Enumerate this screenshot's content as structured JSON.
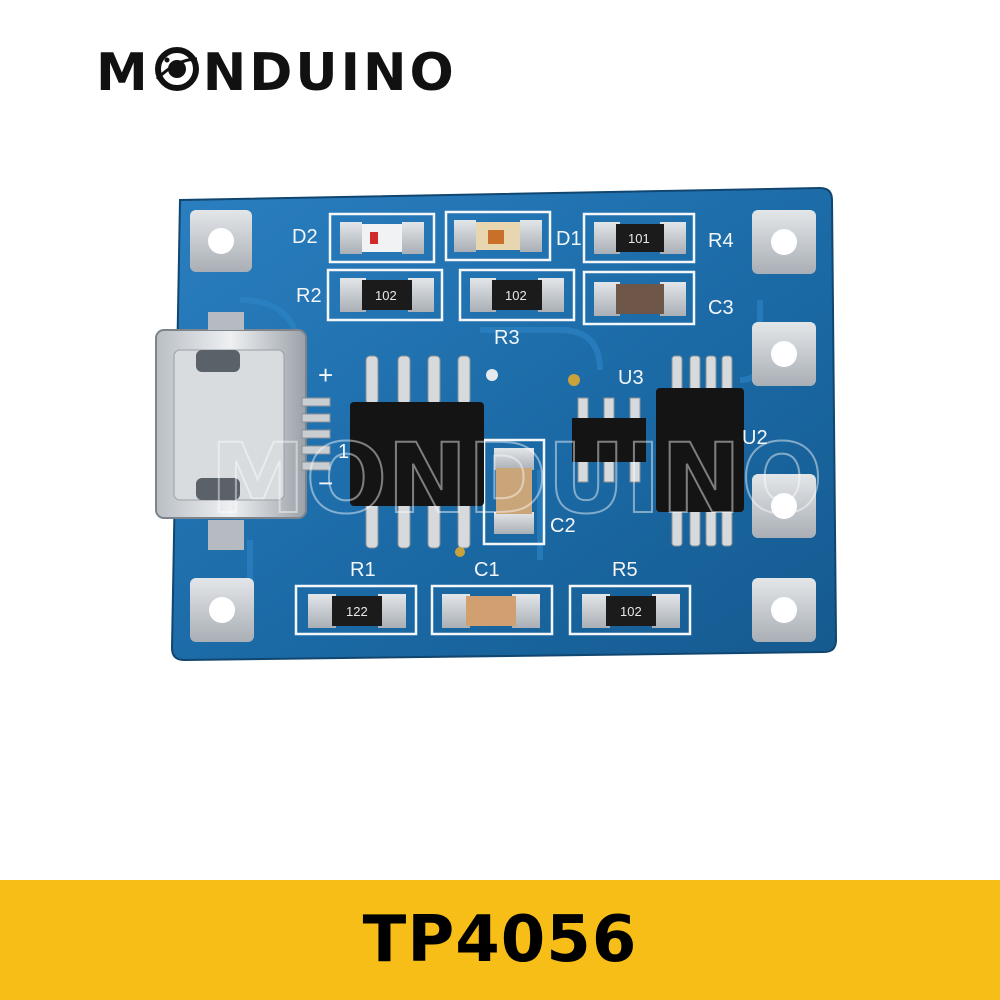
{
  "brand": {
    "pre": "M",
    "post": "NDUINO",
    "logo_icon": "planet-o-icon"
  },
  "product": {
    "name": "TP4056"
  },
  "board": {
    "silkscreen": {
      "d2": "D2",
      "d1": "D1",
      "r4": "R4",
      "r2": "R2",
      "r3": "R3",
      "c3": "C3",
      "u3": "U3",
      "u2": "U2",
      "c2": "C2",
      "r1": "R1",
      "c1": "C1",
      "r5": "R5",
      "plus": "+",
      "minus": "−",
      "u1": "1"
    },
    "markings": {
      "r4": "101",
      "r2": "102",
      "r3": "102",
      "r1": "122",
      "r5": "102"
    }
  },
  "watermark": {
    "text": "MONDUINO"
  },
  "colors": {
    "pcb": "#1d72b0",
    "banner": "#f6be16",
    "pad": "#c8cdd2"
  }
}
